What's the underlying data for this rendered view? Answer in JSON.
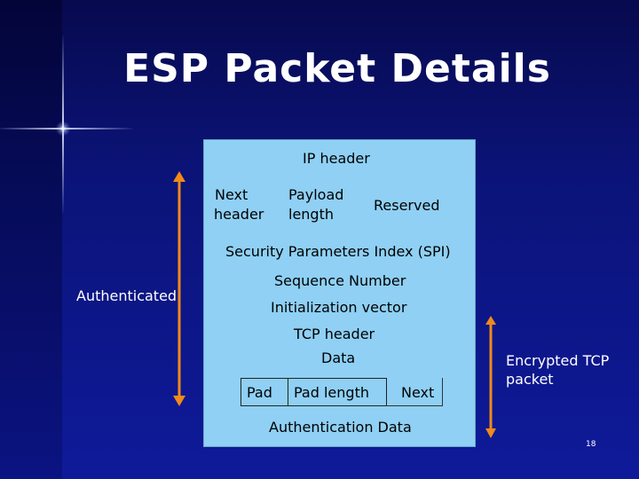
{
  "slide": {
    "title": "ESP Packet Details",
    "page_number": "18"
  },
  "packet": {
    "ip_header": "IP header",
    "next_header": [
      "Next",
      "header"
    ],
    "payload_length": [
      "Payload",
      "length"
    ],
    "reserved": "Reserved",
    "spi": "Security Parameters Index (SPI)",
    "sequence_number": "Sequence Number",
    "initialization_vector": "Initialization vector",
    "tcp_header": "TCP header",
    "data": "Data",
    "pad": "Pad",
    "pad_length": "Pad length",
    "next": "Next",
    "authentication_data": "Authentication Data"
  },
  "labels": {
    "authenticated": "Authenticated",
    "encrypted": [
      "Encrypted TCP",
      "packet"
    ]
  },
  "colors": {
    "packet_fill": "#8fd0f4",
    "arrow": "#f08a1a",
    "background": "#0b1377"
  }
}
